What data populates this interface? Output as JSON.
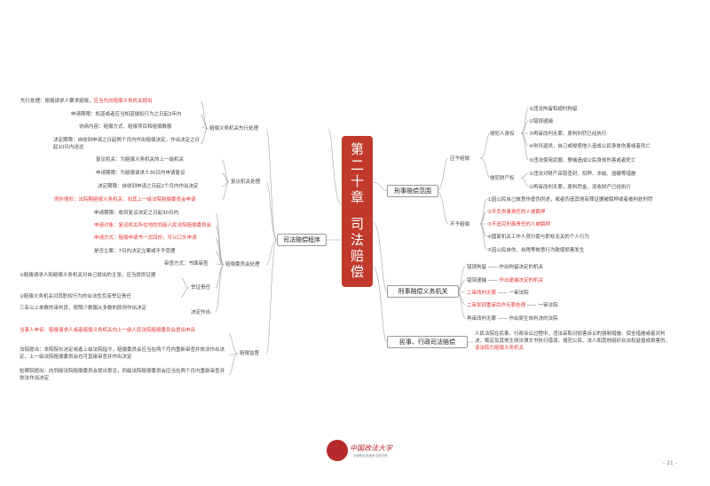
{
  "center_title": [
    "第",
    "二",
    "十",
    "章",
    "",
    "司",
    "法",
    "赔",
    "偿"
  ],
  "right": {
    "criminal_scope": {
      "label": "刑事赔偿范围",
      "should_compensate": "应予赔偿",
      "personal": {
        "label": "侵犯人身权",
        "items": [
          "①违法拘留和超时拘留",
          "②错误逮捕",
          "③再审改判无罪、原判刑罚已经执行",
          "④刑讯逼供，自己或唆使他人造成公民身体伤害或者死亡",
          "⑤违法使用武器、警械造成公民身体伤害或者死亡"
        ]
      },
      "property": {
        "label": "侵犯财产权",
        "items": [
          "①违法对财产采取查封、扣押、冻结、追缴等措施",
          "②再审改判无罪，原判罚金、没收财产已经执行"
        ]
      },
      "no_compensation": {
        "label": "不予赔偿",
        "items": [
          {
            "text": "①因公民自己故意作虚伪供述，或者伪造其他有罪证据被羁押或者被判处刑罚",
            "red": false
          },
          {
            "text": "②不负刑事责任的人被羁押",
            "red": true
          },
          {
            "text": "③不追究刑事责任的人被羁押",
            "red": true
          },
          {
            "text": "④国家机关工作人员行使与职权无关的个人行为",
            "red": false
          },
          {
            "text": "⑤因公民自伤、自残等故意行为致使损害发生",
            "red": false
          }
        ]
      }
    },
    "criminal_organs": {
      "label": "刑事赔偿义务机关",
      "items": [
        {
          "text": "错误拘留 —— 作出拘留决定的机关",
          "red": false
        },
        {
          "text": "错误逮捕 —— 作出逮捕决定的机关",
          "red_part": "作出逮捕决定的机关",
          "red": "partial"
        },
        {
          "text": "二审改判无罪 —— 一审法院",
          "red_part": "二审改判无罪",
          "red": "partial"
        },
        {
          "text": "二审发回重审后作无罪处理 —— 一审法院",
          "red_part": "二审发回重审后作无罪处理",
          "red": "partial"
        },
        {
          "text": "再审改判无罪 —— 作出原生效判决的法院",
          "red": false
        }
      ]
    },
    "civil_admin": {
      "label": "民事、行政司法赔偿",
      "text": "人民法院在民事、行政诉讼过程中，违法采取对妨害诉讼的强制措施、保全措施或者对判决、裁定及其他生效法律文书执行错误，侵犯公民、法人和其他组织合法权益造成损害的，",
      "red_text": "该法院为赔偿义务机关"
    }
  },
  "left": {
    "procedure_label": "司法赔偿程序",
    "organ_first": {
      "label": "赔偿义务机关先行处理",
      "first": "先行处理：赔偿请求人要求赔偿，",
      "first_red": "应当先向赔偿义务机关提出",
      "apply": "申请期限：知道或者应当知道侵权行为之日起2年内",
      "negotiate": "协商内容：赔偿方式、赔偿项目和赔偿数额",
      "decide": "决定期限：自收到申请之日起两个月内作出赔偿决定，作出决定之日起10日内送达"
    },
    "review": {
      "label": "复议机关处理",
      "items": [
        {
          "text": "复议机关：为赔偿义务机关的上一级机关",
          "red": false
        },
        {
          "text": "申请期限：为赔偿请求人30日内申请复议",
          "red": false
        },
        {
          "text": "决定期限：自收到申请之日起2个月内作出决定",
          "red": false
        },
        {
          "text": "例外情形：法院期赔偿义务机关，向其上一级法院赔偿委员会申请",
          "red": true
        }
      ]
    },
    "committee": {
      "label": "赔偿委员会处理",
      "items": [
        {
          "text": "申请期限：收到复议决定之日起30日内",
          "red": false
        },
        {
          "text": "申请对象：复议机关所在地的同级人民法院赔偿委员会",
          "red": true
        },
        {
          "text": "申请方式：赔偿申请书一式四份，可以口头申请",
          "red": true
        },
        {
          "text": "是否立案：7日内决定立案或不予受理",
          "red": false
        }
      ],
      "review_method": "审查方式：书面审查",
      "burden": {
        "label": "举证责任",
        "items": [
          "①赔偿请求人和赔偿义务机关对自己提出的主张，应当提供证据",
          "②赔偿义务机关对其职权行为的合法性负有举证责任"
        ]
      },
      "decision": {
        "label": "决定作出",
        "text": "三名以上单数的审判员，按照少数服从多数的原则作出决定"
      }
    },
    "supervision": {
      "label": "赔偿监督",
      "items": [
        {
          "text": "当事人申诉：赔偿请求人或者赔偿义务机关向上一级人民法院赔偿委员会提出申诉",
          "red": true
        },
        {
          "text": "法院提出：本院院长决定或者上级法院指令，赔偿委员会应当在两个月内重新审查并依法作出决定，上一级法院赔偿委员会也可直接审查并作出决定",
          "red": false
        },
        {
          "text": "检察院提出：向同级法院赔偿委员会提出意见，同级法院赔偿委员会应当在两个月内重新审查并依法作出决定",
          "red": false
        }
      ]
    }
  },
  "footer": {
    "logo_text": "中国政法大学",
    "logo_sub": "法律职业资格考试研究院",
    "page_number": "- 21 -"
  },
  "colors": {
    "accent": "#c0392b",
    "red_text": "#e3342f",
    "line": "#999999"
  }
}
